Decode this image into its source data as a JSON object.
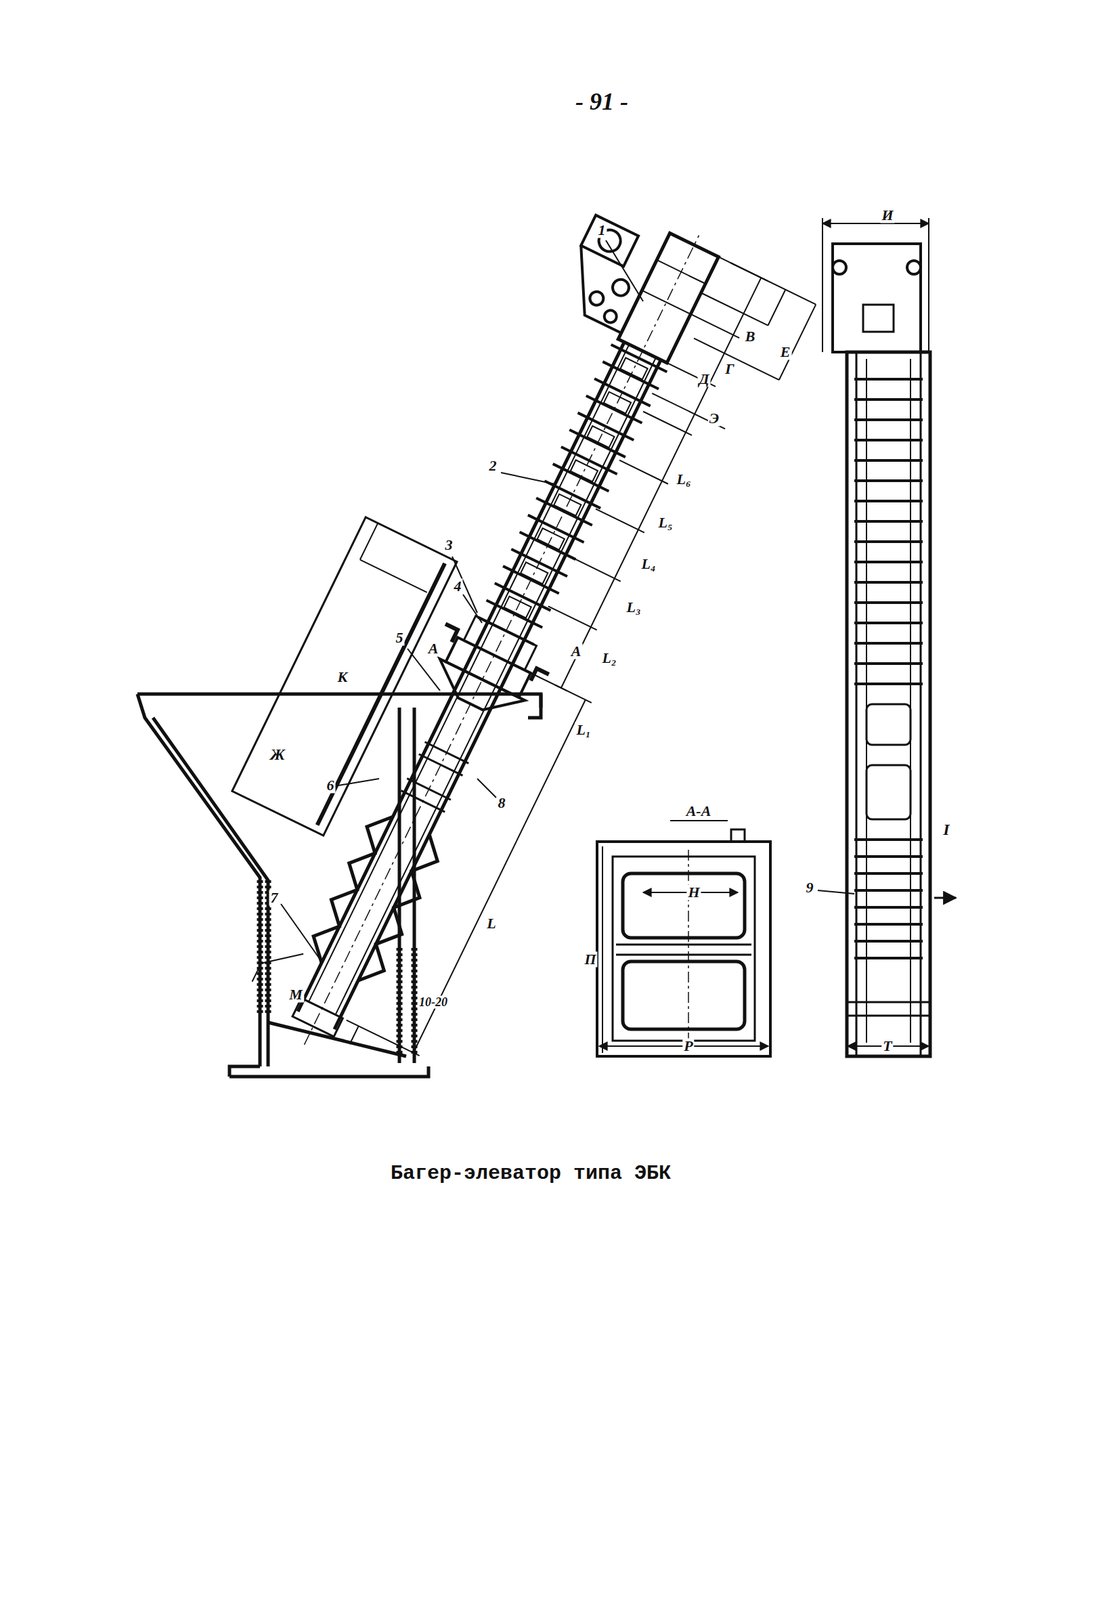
{
  "diagram": {
    "caption": "Багер-элеватор типа ЭБК",
    "labels": [
      "- 91 -",
      "1",
      "2",
      "3",
      "4",
      "5",
      "А",
      "А",
      "К",
      "Ж",
      "6",
      "8",
      "7",
      "М",
      "10-20",
      "В",
      "Е",
      "Д",
      "Г",
      "Э",
      "L₆",
      "L₅",
      "L₄",
      "L₃",
      "L₂",
      "L₁",
      "L",
      "А-А",
      "Н",
      "П",
      "Р",
      "И",
      "9",
      "I",
      "Т"
    ]
  }
}
